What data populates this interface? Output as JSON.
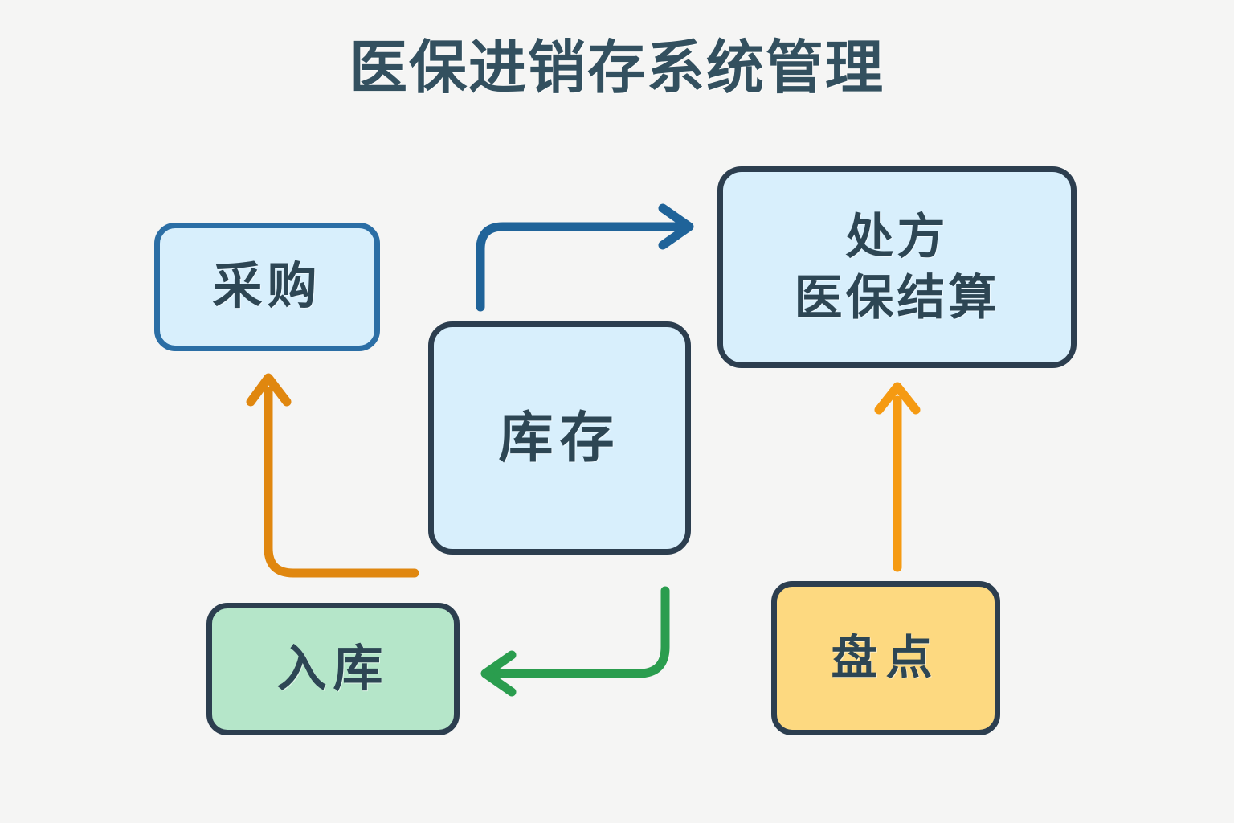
{
  "page": {
    "title": "医保进销存系统管理",
    "background_color": "#f5f5f4",
    "title_color": "#33505f"
  },
  "nodes": [
    {
      "id": "purchase",
      "label": "采购",
      "lines": [
        "采购"
      ],
      "fill": "#d8effc",
      "border": "#2b6ea5"
    },
    {
      "id": "prescription",
      "label": "处方 医保结算",
      "lines": [
        "处方",
        "医保结算"
      ],
      "fill": "#d8effc",
      "border": "#2c3e4f"
    },
    {
      "id": "stock",
      "label": "库存",
      "lines": [
        "库存"
      ],
      "fill": "#d8effc",
      "border": "#2c3e4f"
    },
    {
      "id": "inbound",
      "label": "入库",
      "lines": [
        "入库"
      ],
      "fill": "#b5e6c9",
      "border": "#2c3e4f"
    },
    {
      "id": "inventorycheck",
      "label": "盘点",
      "lines": [
        "盘点"
      ],
      "fill": "#fdd980",
      "border": "#2c3e4f"
    }
  ],
  "edges": [
    {
      "id": "stock-to-prescription",
      "from": "stock",
      "to": "prescription",
      "color": "#1f6399",
      "direction": "up-then-right"
    },
    {
      "id": "inbound-to-purchase",
      "from": "inbound",
      "to": "purchase",
      "color": "#e0870f",
      "direction": "left-then-up"
    },
    {
      "id": "stock-to-inbound",
      "from": "stock",
      "to": "inbound",
      "color": "#2a9d4e",
      "direction": "down-then-left"
    },
    {
      "id": "inventorycheck-to-prescription",
      "from": "inventorycheck",
      "to": "prescription",
      "color": "#f59a12",
      "direction": "up"
    }
  ]
}
